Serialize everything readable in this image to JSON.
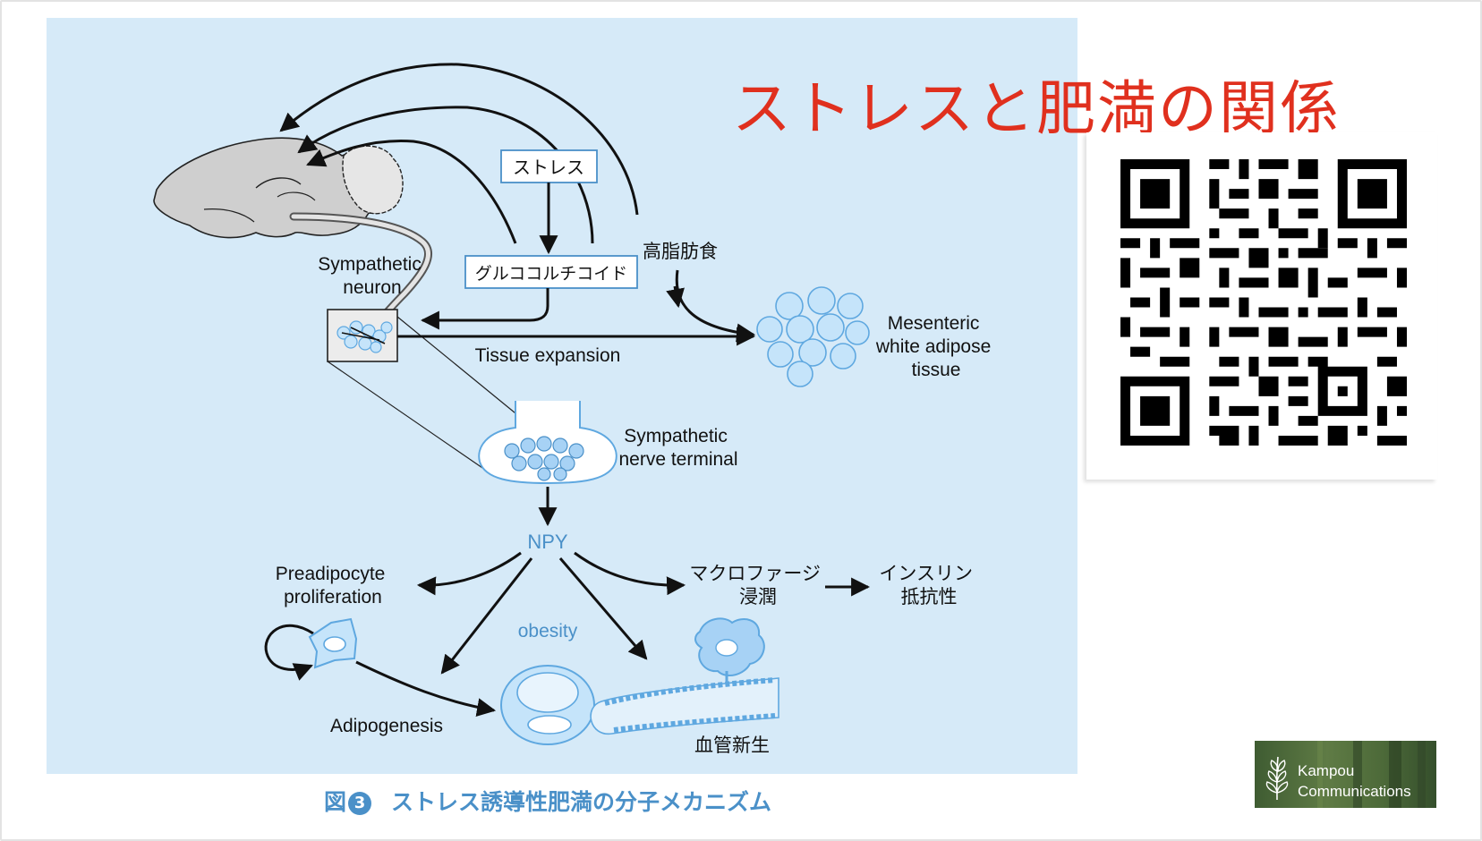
{
  "slide": {
    "title": "ストレスと肥満の関係",
    "caption_prefix": "図",
    "caption_number": "3",
    "caption_text": "ストレス誘導性肥満の分子メカニズム"
  },
  "diagram": {
    "labels": {
      "stress": "ストレス",
      "glucocorticoid": "グルココルチコイド",
      "high_fat_diet": "高脂肪食",
      "sympathetic_neuron_line1": "Sympathetic",
      "sympathetic_neuron_line2": "neuron",
      "tissue_expansion": "Tissue expansion",
      "mesenteric_line1": "Mesenteric",
      "mesenteric_line2": "white adipose",
      "mesenteric_line3": "tissue",
      "nerve_terminal_line1": "Sympathetic",
      "nerve_terminal_line2": "nerve terminal",
      "npy": "NPY",
      "preadipocyte_line1": "Preadipocyte",
      "preadipocyte_line2": "proliferation",
      "macrophage_line1": "マクロファージ",
      "macrophage_line2": "浸潤",
      "insulin_line1": "インスリン",
      "insulin_line2": "抵抗性",
      "obesity": "obesity",
      "adipogenesis": "Adipogenesis",
      "angiogenesis": "血管新生"
    },
    "colors": {
      "panel": "#d6eaf8",
      "accent_blue": "#4a90c8",
      "cell_fill": "#c5e4fa",
      "cell_stroke": "#5fa8e0",
      "brain_fill": "#cfcfcf"
    }
  },
  "logo": {
    "line1": "Kampou",
    "line2": "Communications",
    "icon": "leaf-sprig-icon"
  },
  "qr_code": {
    "icon": "qr-code-icon"
  }
}
